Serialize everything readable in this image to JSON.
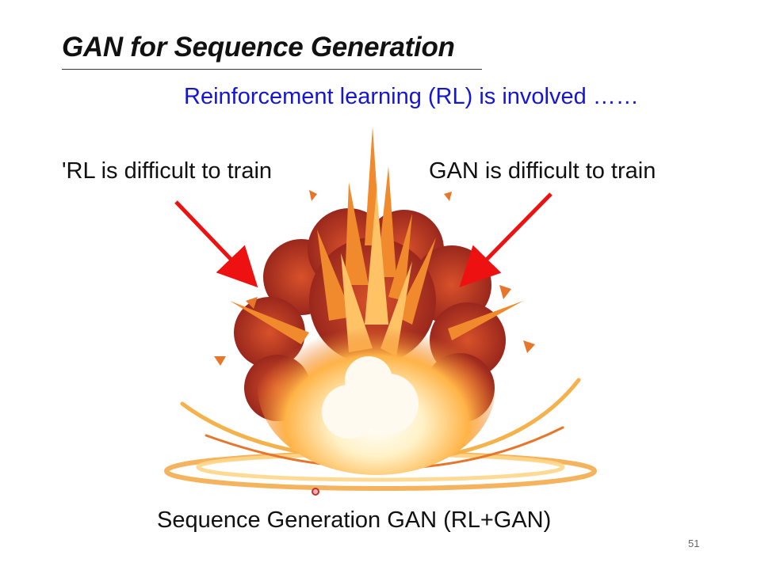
{
  "slide": {
    "title": "GAN for Sequence Generation",
    "subtitle": "Reinforcement learning (RL) is involved ……",
    "left_label": "'RL is difficult to train",
    "right_label": "GAN is difficult to train",
    "caption": "Sequence Generation GAN (RL+GAN)",
    "page_number": "51"
  },
  "colors": {
    "title": "#111111",
    "subtitle": "#1515d8",
    "arrow": "#ee1111",
    "explosion_dark": "#a52a1e",
    "explosion_mid": "#e8762a",
    "explosion_light": "#ffd68a"
  },
  "icons": {
    "explosion": "explosion-illustration",
    "arrow": "red-arrow",
    "cursor": "pointer-dot"
  }
}
